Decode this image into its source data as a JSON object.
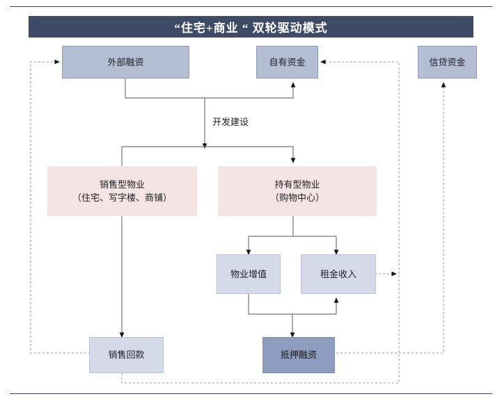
{
  "title": "“住宅+商业 “ 双轮驱动模式",
  "colors": {
    "title_bar_bg": "#3f4a66",
    "title_bar_text": "#ffffff",
    "rule": "#3a4160",
    "blue_mid": "#b3bdd4",
    "blue_light": "#d4dae8",
    "blue_dark": "#8e9cc0",
    "pink": "#f4e4e4",
    "connector": "#6f7481",
    "dashed_connector": "#9a9aa2"
  },
  "nodes": {
    "external_financing": {
      "label": "外部融资"
    },
    "own_funds": {
      "label": "自有资金"
    },
    "credit_funds": {
      "label": "信贷资金"
    },
    "sales_property": {
      "line1": "销售型物业",
      "line2": "（住宅、写字楼、商铺）"
    },
    "held_property": {
      "line1": "持有型物业",
      "line2": "（购物中心）"
    },
    "property_appreciation": {
      "label": "物业增值"
    },
    "rental_income": {
      "label": "租金收入"
    },
    "sales_collection": {
      "label": "销售回款"
    },
    "mortgage_financing": {
      "label": "抵押融资"
    }
  },
  "edges": {
    "development_construction": {
      "label": "开发建设"
    }
  }
}
